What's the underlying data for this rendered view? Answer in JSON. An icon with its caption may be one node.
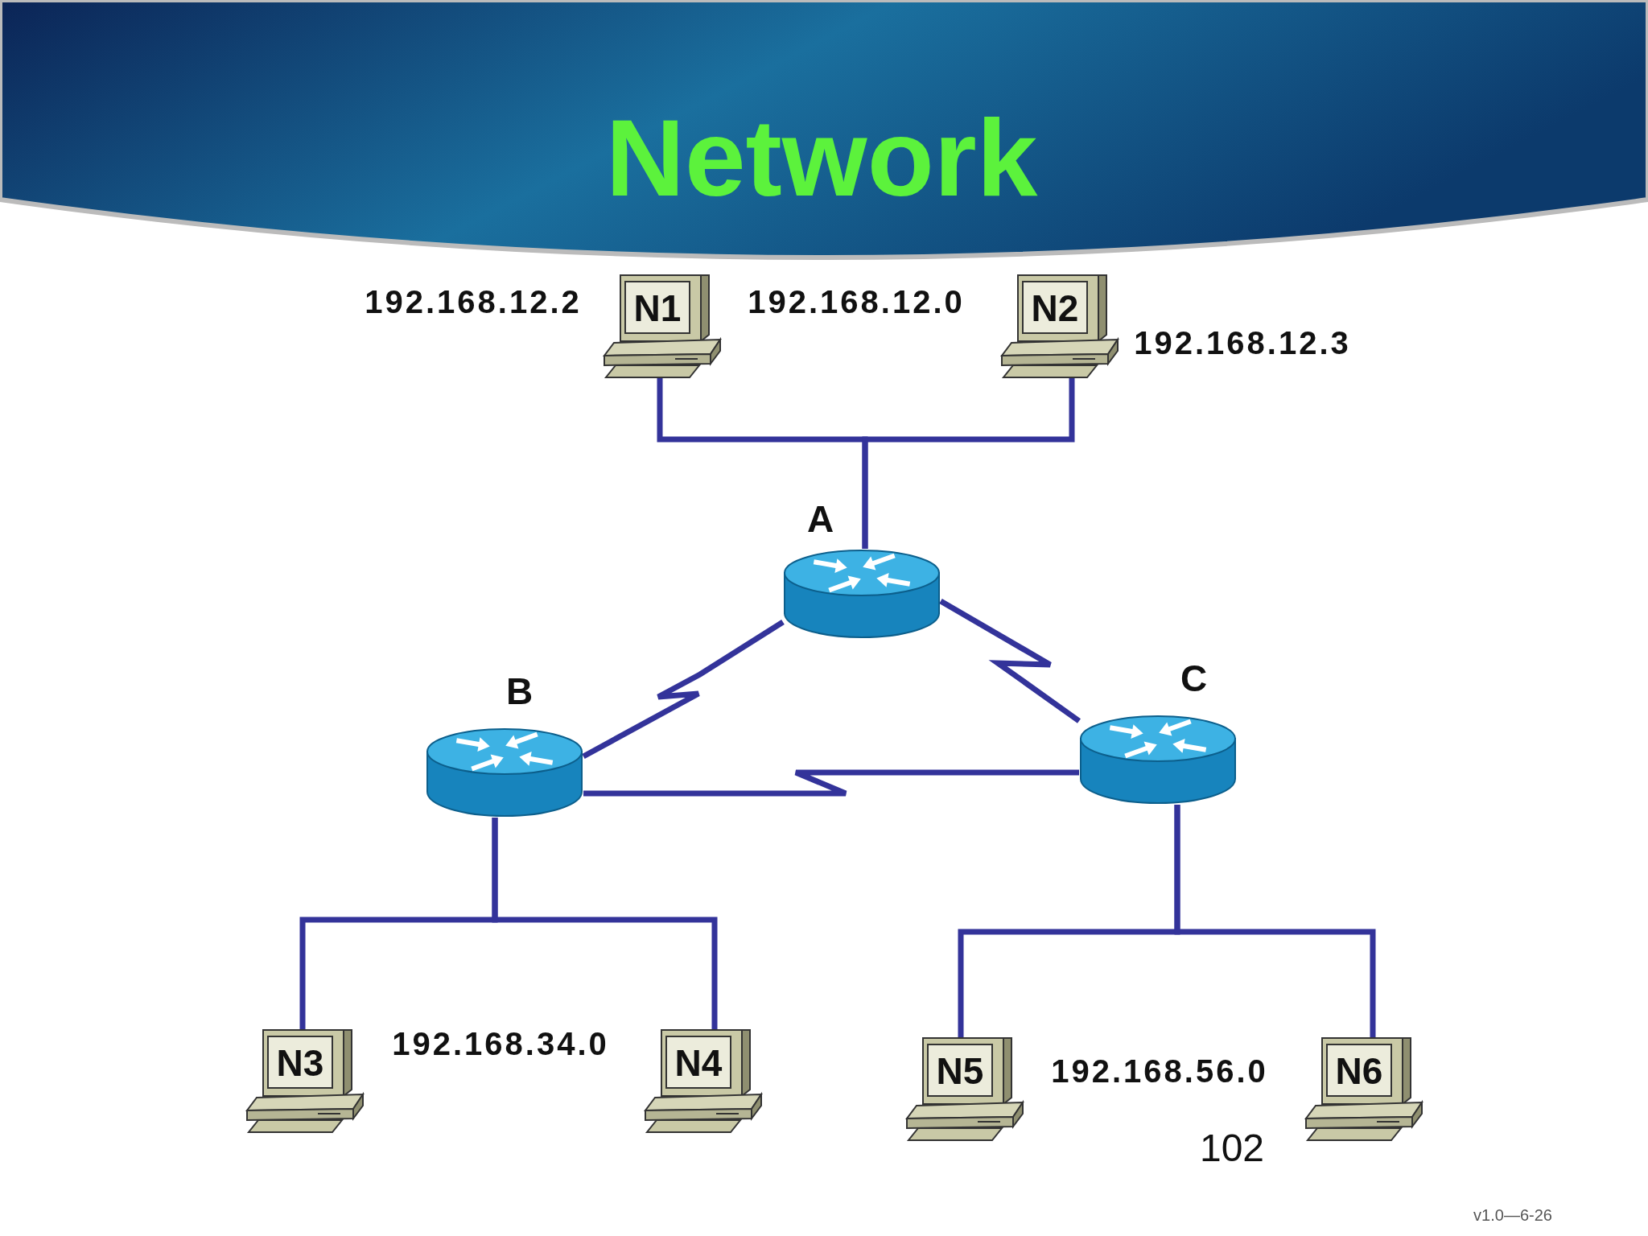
{
  "diagram": {
    "title": "Network",
    "nodes": [
      {
        "text": [
          "N1"
        ]
      },
      {
        "text": [
          "N2"
        ]
      },
      {
        "text": [
          "A"
        ]
      },
      {
        "text": [
          "B"
        ]
      },
      {
        "text": [
          "C"
        ]
      },
      {
        "text": [
          "N3"
        ]
      },
      {
        "text": [
          "N4"
        ]
      },
      {
        "text": [
          "N5"
        ]
      },
      {
        "text": [
          "N6"
        ]
      }
    ],
    "edges": [
      {
        "from": 0,
        "to": 2,
        "arrow": "none"
      },
      {
        "from": 1,
        "to": 2,
        "arrow": "none"
      },
      {
        "from": 2,
        "to": 3,
        "arrow": "none"
      },
      {
        "from": 2,
        "to": 4,
        "arrow": "none"
      },
      {
        "from": 3,
        "to": 4,
        "arrow": "none"
      },
      {
        "from": 5,
        "to": 3,
        "arrow": "none"
      },
      {
        "from": 6,
        "to": 3,
        "arrow": "none"
      },
      {
        "from": 7,
        "to": 4,
        "arrow": "none"
      },
      {
        "from": 8,
        "to": 4,
        "arrow": "none"
      }
    ],
    "labels": [
      "192.168.12.2",
      "192.168.12.0",
      "192.168.12.3",
      "192.168.34.0",
      "192.168.56.0",
      "102",
      "v1.0—6-26"
    ]
  }
}
